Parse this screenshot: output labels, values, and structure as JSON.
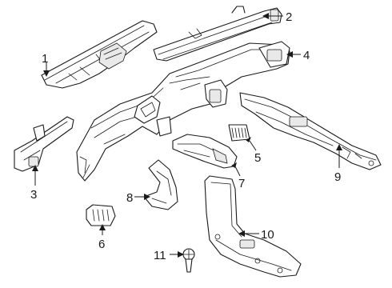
{
  "callouts": {
    "c1": "1",
    "c2": "2",
    "c3": "3",
    "c4": "4",
    "c5": "5",
    "c6": "6",
    "c7": "7",
    "c8": "8",
    "c9": "9",
    "c10": "10",
    "c11": "11"
  },
  "colors": {
    "line": "#1a1a1a",
    "background": "#ffffff",
    "shade": "#e9e9e9"
  }
}
